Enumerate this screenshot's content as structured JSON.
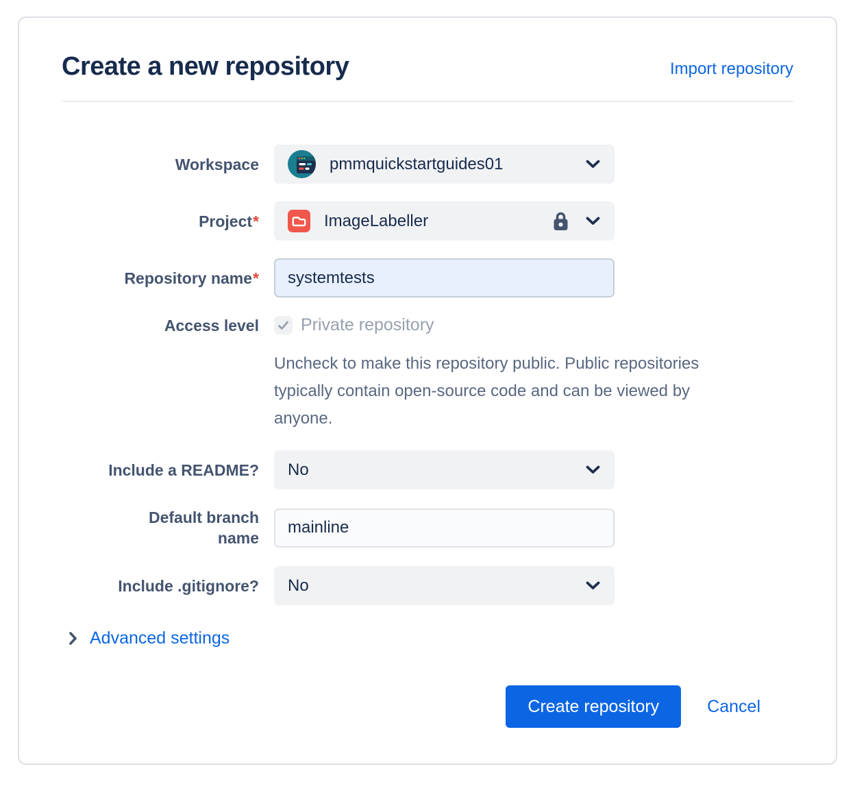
{
  "page": {
    "title": "Create a new repository",
    "import_link": "Import repository"
  },
  "form": {
    "workspace": {
      "label": "Workspace",
      "value": "pmmquickstartguides01"
    },
    "project": {
      "label": "Project",
      "required": "*",
      "value": "ImageLabeller"
    },
    "repository_name": {
      "label": "Repository name",
      "required": "*",
      "value": "systemtests"
    },
    "access_level": {
      "label": "Access level",
      "checkbox_label": "Private repository",
      "checkbox_checked": "checked",
      "help": "Uncheck to make this repository public. Public repositories typically contain open-source code and can be viewed by anyone."
    },
    "include_readme": {
      "label": "Include a README?",
      "value": "No"
    },
    "default_branch": {
      "label": "Default branch name",
      "value": "mainline"
    },
    "include_gitignore": {
      "label": "Include .gitignore?",
      "value": "No"
    },
    "advanced_settings_label": "Advanced settings"
  },
  "footer": {
    "create_label": "Create repository",
    "cancel_label": "Cancel"
  },
  "icons": {
    "workspace_avatar": "workspace-avatar-browser-illustration",
    "project": "folder-icon",
    "lock": "lock-icon",
    "chevron_down": "chevron-down-icon",
    "chevron_right": "chevron-right-icon",
    "check": "check-icon"
  },
  "colors": {
    "title_text": "#172B4D",
    "label_text": "#44546F",
    "help_text": "#596780",
    "link_blue": "#0C66E4",
    "button_blue": "#0C66E4",
    "required_red": "#E2483D",
    "control_bg": "#F1F2F4",
    "autofill_input_bg": "#E8F0FD",
    "avatar_teal": "#1B7E90",
    "project_icon_red": "#F1574C",
    "disabled_text": "#97A0AF",
    "card_border": "#DCDFE4"
  }
}
